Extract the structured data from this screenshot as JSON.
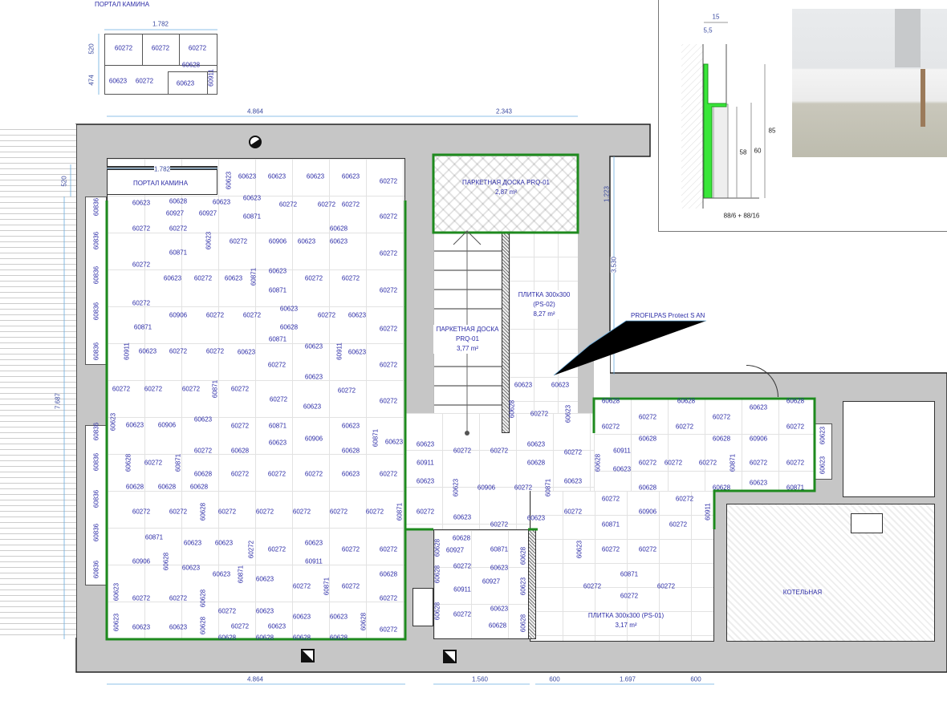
{
  "portal_title": "ПОРТАЛ КАМИНА",
  "portal_in_room": "ПОРТАЛ КАМИНА",
  "labels": {
    "parquet_top": "ПАРКЕТНАЯ ДОСКА PRQ-01",
    "parquet_top_area": "2,87 m²",
    "tile_ps02": "ПЛИТКА 300x300",
    "tile_ps02_code": "(PS-02)",
    "tile_ps02_area": "8,27 m²",
    "profilpas": "PROFILPAS Protect S AN",
    "parquet_stair": "ПАРКЕТНАЯ ДОСКА",
    "parquet_stair_code": "PRQ-01",
    "parquet_stair_area": "3,77 m²",
    "tile_ps01": "ПЛИТКА 300x300 (PS-01)",
    "tile_ps01_area": "3,17 m²",
    "boiler_room": "КОТЕЛЬНАЯ"
  },
  "dimensions": {
    "portal_width": "1.782",
    "portal_h1": "520",
    "portal_h2": "474",
    "top_left": "4.864",
    "top_right": "2.343",
    "right_1": "1.223",
    "right_2": "3.530",
    "left_520": "520",
    "left_total": "7.687",
    "room_portal": "1.782",
    "bottom_1": "4.864",
    "bottom_2": "1.560",
    "bottom_3": "600",
    "bottom_4": "1.697",
    "bottom_5": "600"
  },
  "profile_detail": {
    "w15": "15",
    "w55": "5,5",
    "h85": "85",
    "h58": "58",
    "h60": "60",
    "code": "88/6 + 88/16"
  },
  "portal_tiles": [
    "60272",
    "60272",
    "60272",
    "60628",
    "60623",
    "60272",
    "60623",
    "60911"
  ],
  "tiles": [
    "60623",
    "60623",
    "60623",
    "60623",
    "60623",
    "60272",
    "60623",
    "60623",
    "60628",
    "60623",
    "60272",
    "60272",
    "60272",
    "60272",
    "60927",
    "60927",
    "60871",
    "60272",
    "60272",
    "60628",
    "60623",
    "60272",
    "60906",
    "60623",
    "60623",
    "60871",
    "60272",
    "60272",
    "60623",
    "60871",
    "60623",
    "60272",
    "60623",
    "60272",
    "60272",
    "60871",
    "60272",
    "60272",
    "60623",
    "60906",
    "60272",
    "60272",
    "60272",
    "60623",
    "60871",
    "60628",
    "60272",
    "60871",
    "60623",
    "60911",
    "60623",
    "60272",
    "60272",
    "60623",
    "60911",
    "60623",
    "60272",
    "60272",
    "60623",
    "60272",
    "60272",
    "60272",
    "60871",
    "60272",
    "60272",
    "60272",
    "60272",
    "60623",
    "60623",
    "60623",
    "60623",
    "60906",
    "60272",
    "60871",
    "60623",
    "60623",
    "60906",
    "60871",
    "60623",
    "60272",
    "60628",
    "60628",
    "60628",
    "60272",
    "60871",
    "60628",
    "60272",
    "60272",
    "60272",
    "60623",
    "60272",
    "60628",
    "60628",
    "60628",
    "60272",
    "60272",
    "60628",
    "60272",
    "60272",
    "60272",
    "60272",
    "60272",
    "60871",
    "60871",
    "60623",
    "60623",
    "60623",
    "60272",
    "60272",
    "60272",
    "60272",
    "60906",
    "60628",
    "60911",
    "60623",
    "60623",
    "60871",
    "60623",
    "60628",
    "60272",
    "60871",
    "60272",
    "60623",
    "60272",
    "60272",
    "60628",
    "60272",
    "60272",
    "60623",
    "60623",
    "60623",
    "60628",
    "60623",
    "60623",
    "60623",
    "60628",
    "60272",
    "60623",
    "60272",
    "60628",
    "60628",
    "60628",
    "60628",
    "60836",
    "60836",
    "60836",
    "60836",
    "60836",
    "60836",
    "60836",
    "60836",
    "60836",
    "60836",
    "60623",
    "60272",
    "60272",
    "60623",
    "60272",
    "60628",
    "60911",
    "60623",
    "60623",
    "60906",
    "60272",
    "60871",
    "60623",
    "60272",
    "60623",
    "60272",
    "60623",
    "60272",
    "60623",
    "60623",
    "60628",
    "60272",
    "60623",
    "60628",
    "60628",
    "60628",
    "60623",
    "60272",
    "60272",
    "60272",
    "60272",
    "60272",
    "60628",
    "60628",
    "60906",
    "60911",
    "60628",
    "60623",
    "60272",
    "60272",
    "60272",
    "60871",
    "60272",
    "60272",
    "60628",
    "60628",
    "60623",
    "60871",
    "60272",
    "60272",
    "60911",
    "60906",
    "60871",
    "60272",
    "60623",
    "60272",
    "60272",
    "60871",
    "60272",
    "60272",
    "60272",
    "60628",
    "60871",
    "60628",
    "60628",
    "60927",
    "60272",
    "60623",
    "60628",
    "60927",
    "60911",
    "60623",
    "60628",
    "60272",
    "60623",
    "60628",
    "60628",
    "60623",
    "60623"
  ],
  "colors": {
    "wall": "#c6c6c6",
    "boundary": "#1e8a1e",
    "text": "#2b2ba6",
    "profile": "#39e639"
  }
}
